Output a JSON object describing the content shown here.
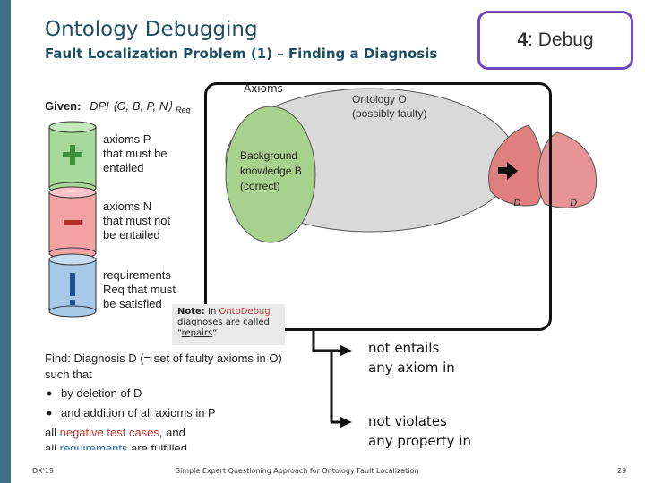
{
  "slide": {
    "title": "Ontology Debugging",
    "subtitle": "Fault Localization Problem (1) – Finding a Diagnosis",
    "tag_number": "4",
    "tag_text": ": Debug"
  },
  "diagram": {
    "axioms_label": "Axioms",
    "ontology_label_1": "Ontology O",
    "ontology_label_2": "(possibly faulty)",
    "bk_label_1": "Background",
    "bk_label_2": "knowledge B",
    "bk_label_3": "(correct)",
    "d_label_1": "D",
    "d_label_2": "D"
  },
  "given": {
    "label": "Given:",
    "dpi": "DPI ⟨O, B, P, N⟩",
    "dpi_sub": "Req",
    "p_lines": [
      "axioms P",
      "that must be",
      "entailed"
    ],
    "n_lines": [
      "axioms N",
      "that must not",
      "be entailed"
    ],
    "r_lines": [
      "requirements",
      "Req that must",
      "be satisfied"
    ]
  },
  "find": {
    "line1": "Find: Diagnosis D (= set of faulty axioms in O)",
    "line2": "such that",
    "bullet1": "by deletion of D",
    "bullet2": "and addition of all axioms in P",
    "line_a_prefix": "all ",
    "line_a_hl": "negative test cases",
    "line_a_suffix": ", and",
    "line_b_prefix": "all ",
    "line_b_hl": "requirements",
    "line_b_suffix": " are fulfilled"
  },
  "note": {
    "label": "Note:",
    "text_1": " In ",
    "hl": "OntoDebug",
    "text_2": " diagnoses are called",
    "quote_open": "“",
    "repairs": "repairs",
    "quote_close": "“"
  },
  "results": {
    "r1_line1": "not entails",
    "r1_line2": "any axiom in",
    "r2_line1": "not violates",
    "r2_line2": "any property in"
  },
  "footer": {
    "left": "DX'19",
    "center": "Simple Expert Questioning Approach for Ontology Fault Localization",
    "page": "29"
  },
  "colors": {
    "accent": "#1f4e63",
    "tag_border": "#6d48c0",
    "green_cyl": "#a7d99a",
    "red_cyl": "#f3a3a3",
    "blue_cyl": "#a8c8e8",
    "highlight": "#c0392b"
  }
}
